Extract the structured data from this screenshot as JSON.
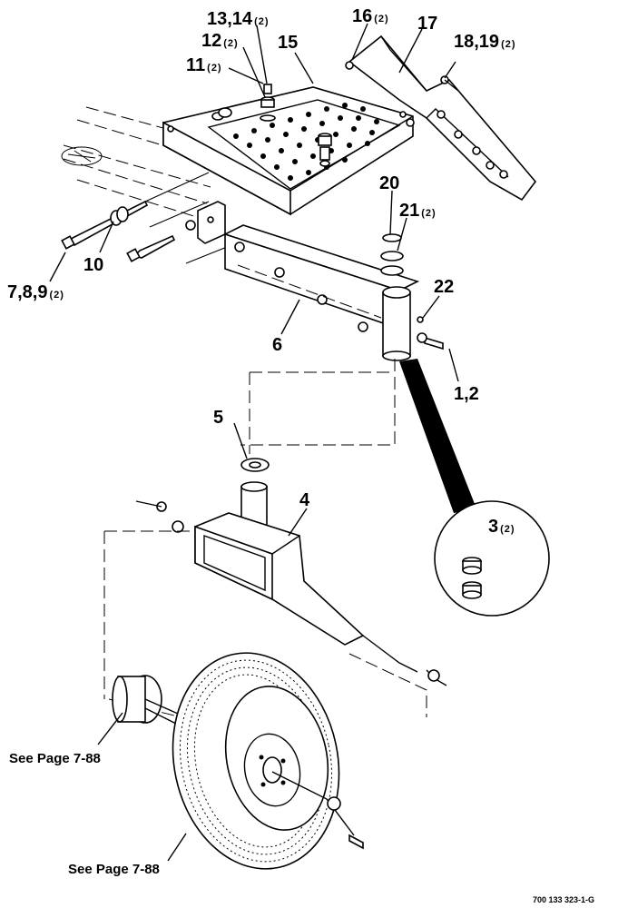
{
  "callouts": [
    {
      "id": "c-13-14",
      "num": "13,14",
      "qty": "(2)"
    },
    {
      "id": "c-12",
      "num": "12",
      "qty": "(2)"
    },
    {
      "id": "c-11",
      "num": "11",
      "qty": "(2)"
    },
    {
      "id": "c-15",
      "num": "15",
      "qty": ""
    },
    {
      "id": "c-16",
      "num": "16",
      "qty": "(2)"
    },
    {
      "id": "c-17",
      "num": "17",
      "qty": ""
    },
    {
      "id": "c-18-19",
      "num": "18,19",
      "qty": "(2)"
    },
    {
      "id": "c-20",
      "num": "20",
      "qty": ""
    },
    {
      "id": "c-21",
      "num": "21",
      "qty": "(2)"
    },
    {
      "id": "c-22",
      "num": "22",
      "qty": ""
    },
    {
      "id": "c-10",
      "num": "10",
      "qty": ""
    },
    {
      "id": "c-7-8-9",
      "num": "7,8,9",
      "qty": "(2)"
    },
    {
      "id": "c-6",
      "num": "6",
      "qty": ""
    },
    {
      "id": "c-1-2",
      "num": "1,2",
      "qty": ""
    },
    {
      "id": "c-5",
      "num": "5",
      "qty": ""
    },
    {
      "id": "c-4",
      "num": "4",
      "qty": ""
    },
    {
      "id": "c-3",
      "num": "3",
      "qty": "(2)"
    }
  ],
  "references": {
    "hub": "See Page 7-88",
    "wheel": "See Page 7-88"
  },
  "figure_number": "700 133 323-1-G"
}
